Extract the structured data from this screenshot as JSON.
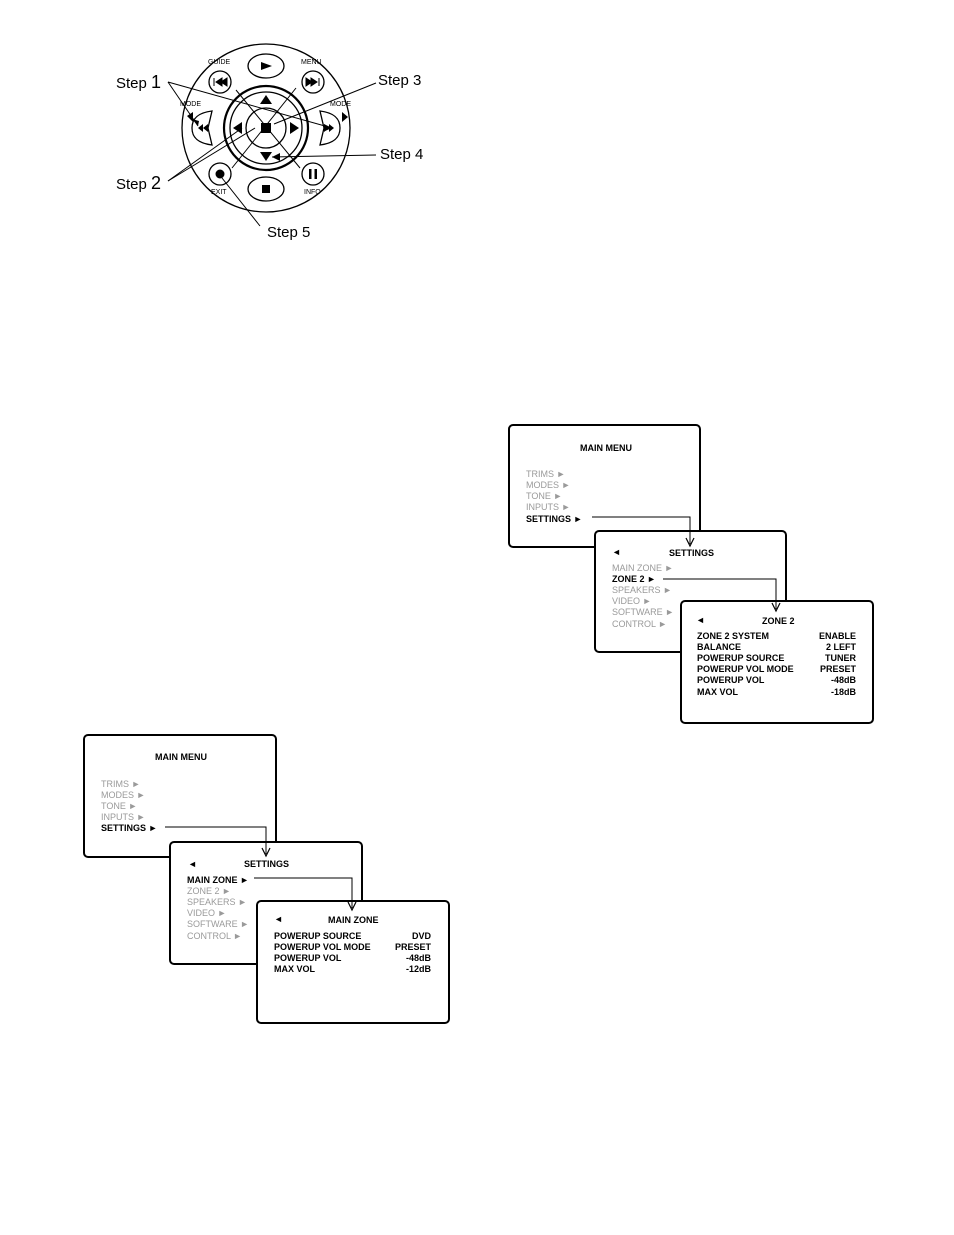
{
  "remote": {
    "steps": {
      "step1": {
        "word": "Step",
        "num": "1"
      },
      "step2": {
        "word": "Step",
        "num": "2"
      },
      "step3": "Step 3",
      "step4": "Step 4",
      "step5": "Step 5"
    },
    "buttons": {
      "guide": "GUIDE",
      "menu": "MENU",
      "mode_left": "MODE",
      "mode_right": "MODE",
      "exit": "EXIT",
      "info": "INFO"
    }
  },
  "diagram_a": {
    "main_menu": {
      "title": "MAIN MENU",
      "items": [
        "TRIMS ►",
        "MODES ►",
        "TONE ►",
        "INPUTS ►",
        "SETTINGS ►"
      ]
    },
    "settings": {
      "back": "◄",
      "title": "SETTINGS",
      "items": [
        "MAIN ZONE ►",
        "ZONE 2 ►",
        "SPEAKERS ►",
        "VIDEO ►",
        "SOFTWARE ►",
        "CONTROL ►"
      ]
    },
    "main_zone": {
      "back": "◄",
      "title": "MAIN ZONE",
      "rows": [
        {
          "label": "POWERUP SOURCE",
          "value": "DVD"
        },
        {
          "label": "POWERUP VOL MODE",
          "value": "PRESET"
        },
        {
          "label": "POWERUP VOL",
          "value": "-48dB"
        },
        {
          "label": "MAX VOL",
          "value": "-12dB"
        }
      ]
    }
  },
  "diagram_b": {
    "main_menu": {
      "title": "MAIN MENU",
      "items": [
        "TRIMS ►",
        "MODES ►",
        "TONE ►",
        "INPUTS ►",
        "SETTINGS ►"
      ]
    },
    "settings": {
      "back": "◄",
      "title": "SETTINGS",
      "items": [
        "MAIN ZONE ►",
        "ZONE 2 ►",
        "SPEAKERS ►",
        "VIDEO ►",
        "SOFTWARE ►",
        "CONTROL ►"
      ]
    },
    "zone2": {
      "back": "◄",
      "title": "ZONE 2",
      "rows": [
        {
          "label": "ZONE 2 SYSTEM",
          "value": "ENABLE"
        },
        {
          "label": "BALANCE",
          "value": "2 LEFT"
        },
        {
          "label": "POWERUP SOURCE",
          "value": "TUNER"
        },
        {
          "label": "POWERUP VOL MODE",
          "value": "PRESET"
        },
        {
          "label": "POWERUP VOL",
          "value": "-48dB"
        },
        {
          "label": "MAX VOL",
          "value": "-18dB"
        }
      ]
    }
  }
}
